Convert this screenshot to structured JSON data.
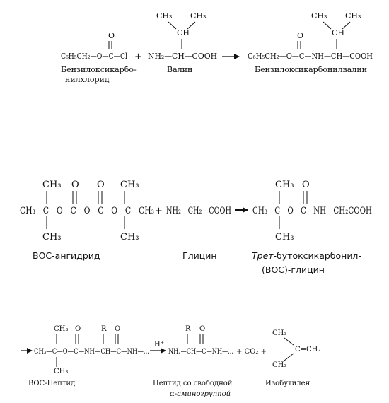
{
  "reaction1": {
    "reagent1": {
      "top": "O",
      "chain": "C₆H₅CH₂—O—C—Cl",
      "caption_line1": "Бензилоксикарбо-",
      "caption_line2": "нилхлорид"
    },
    "plus": "+",
    "reagent2": {
      "top_left": "CH₃",
      "top_right": "CH₃",
      "middle": "CH",
      "chain": "NH₂—CH—COOH",
      "caption": "Валин"
    },
    "arrow": "⟶",
    "product": {
      "top_o": "O",
      "top_left": "CH₃",
      "top_right": "CH₃",
      "middle": "CH",
      "chain": "C₆H₅CH₂—O—C—NH—CH—COOH",
      "caption": "Бензилоксикарбонилвалин"
    }
  },
  "reaction2": {
    "reagent1": {
      "ch3_labels": [
        "CH₃",
        "CH₃",
        "CH₃",
        "CH₃"
      ],
      "oxo_labels": [
        "O",
        "O"
      ],
      "chain": "CH₃—C—O—C—O—C—O—C—CH₃",
      "caption": "ВОС-ангидрид"
    },
    "plus": "+",
    "reagent2": {
      "chain": "NH₂—CH₂—COOH",
      "caption": "Глицин"
    },
    "product": {
      "top_ch3": "CH₃",
      "bottom_ch3": "CH₃",
      "top_o": "O",
      "chain": "CH₃—C—O—C—NH—CH₂COOH",
      "caption_italic": "Трет",
      "caption_rest": "-бутоксикарбонил-",
      "caption_line2": "(ВОС)-глицин"
    }
  },
  "reaction3": {
    "reagent": {
      "top_ch3": "CH₃",
      "bottom_ch3": "CH₃",
      "top_o": "O",
      "top_r": "R",
      "top_o2": "O",
      "chain": "CH₃—C—O—C—NH—CH—C—NH—...",
      "caption": "ВОС-Пептид"
    },
    "catalyst": "H⁺",
    "product": {
      "top_r": "R",
      "top_o": "O",
      "chain": "NH₂—CH—C—NH—...",
      "caption_line1": "Пептид со свободной",
      "caption_line2": "α-аминогруппой"
    },
    "co2": "+ CO₂ +",
    "isobutylene": {
      "top": "CH₃",
      "mid": "C=CH₂",
      "bottom": "CH₃",
      "caption": "Изобутилен"
    }
  }
}
